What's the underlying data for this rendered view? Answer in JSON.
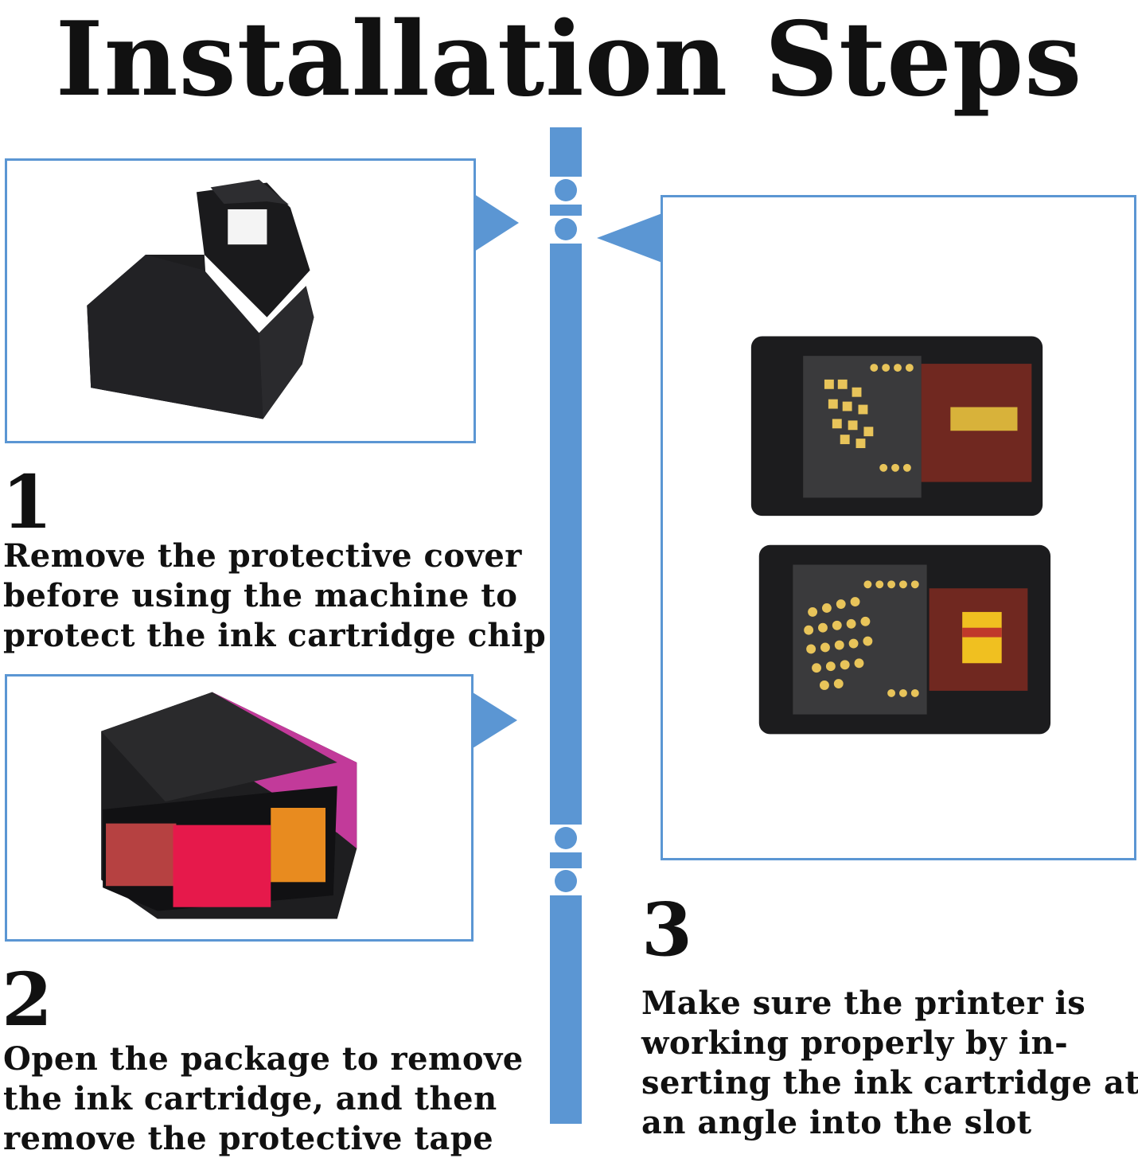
{
  "title": "Installation Steps",
  "accent_color": "#5b96d3",
  "steps": [
    {
      "number": "1",
      "image_icon": "protective-cover-image",
      "lines": [
        "Remove the protective cover",
        "before using the machine to",
        "protect the ink cartridge chip"
      ]
    },
    {
      "number": "2",
      "image_icon": "ink-cartridge-tape-image",
      "lines": [
        "Open the package to remove",
        "the ink cartridge, and then",
        "remove the protective tape"
      ]
    },
    {
      "number": "3",
      "image_icon": "two-cartridges-image",
      "lines": [
        "Make sure the printer is",
        "working properly by in-",
        "serting the ink cartridge at",
        "an angle into the slot"
      ]
    }
  ]
}
